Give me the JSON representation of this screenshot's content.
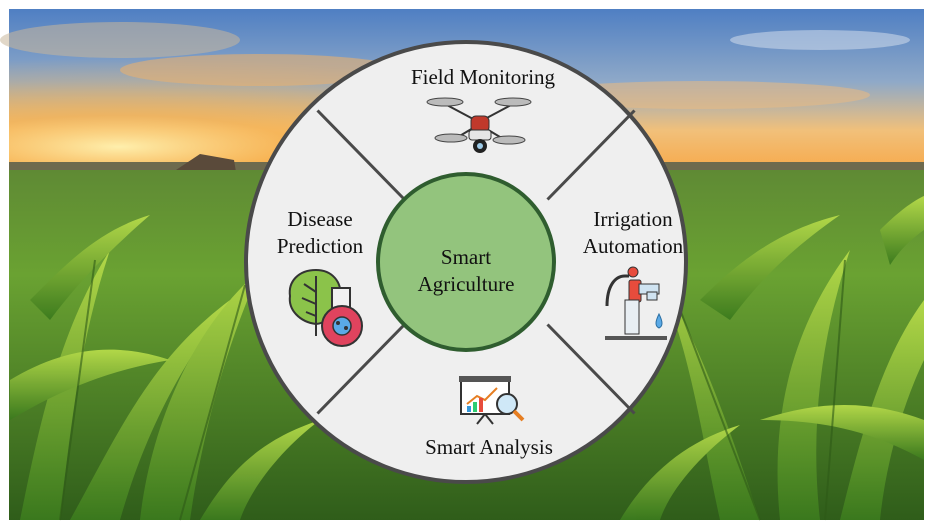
{
  "diagram": {
    "center": {
      "line1": "Smart",
      "line2": "Agriculture"
    },
    "segments": {
      "top": {
        "label": "Field Monitoring",
        "icon": "drone-icon"
      },
      "right": {
        "line1": "Irrigation",
        "line2": "Automation",
        "icon": "water-tap-icon"
      },
      "bottom": {
        "label": "Smart Analysis",
        "icon": "analytics-board-icon"
      },
      "left": {
        "line1": "Disease",
        "line2": "Prediction",
        "icon": "plant-virus-icon"
      }
    }
  },
  "colors": {
    "ring_fill": "#efefef",
    "ring_stroke": "#4a4a4a",
    "center_fill": "#93c47d",
    "center_stroke": "#2f5d2f",
    "sky_top": "#4f7fc3",
    "sky_glow": "#f4b15a",
    "field": "#4f8a2a"
  }
}
